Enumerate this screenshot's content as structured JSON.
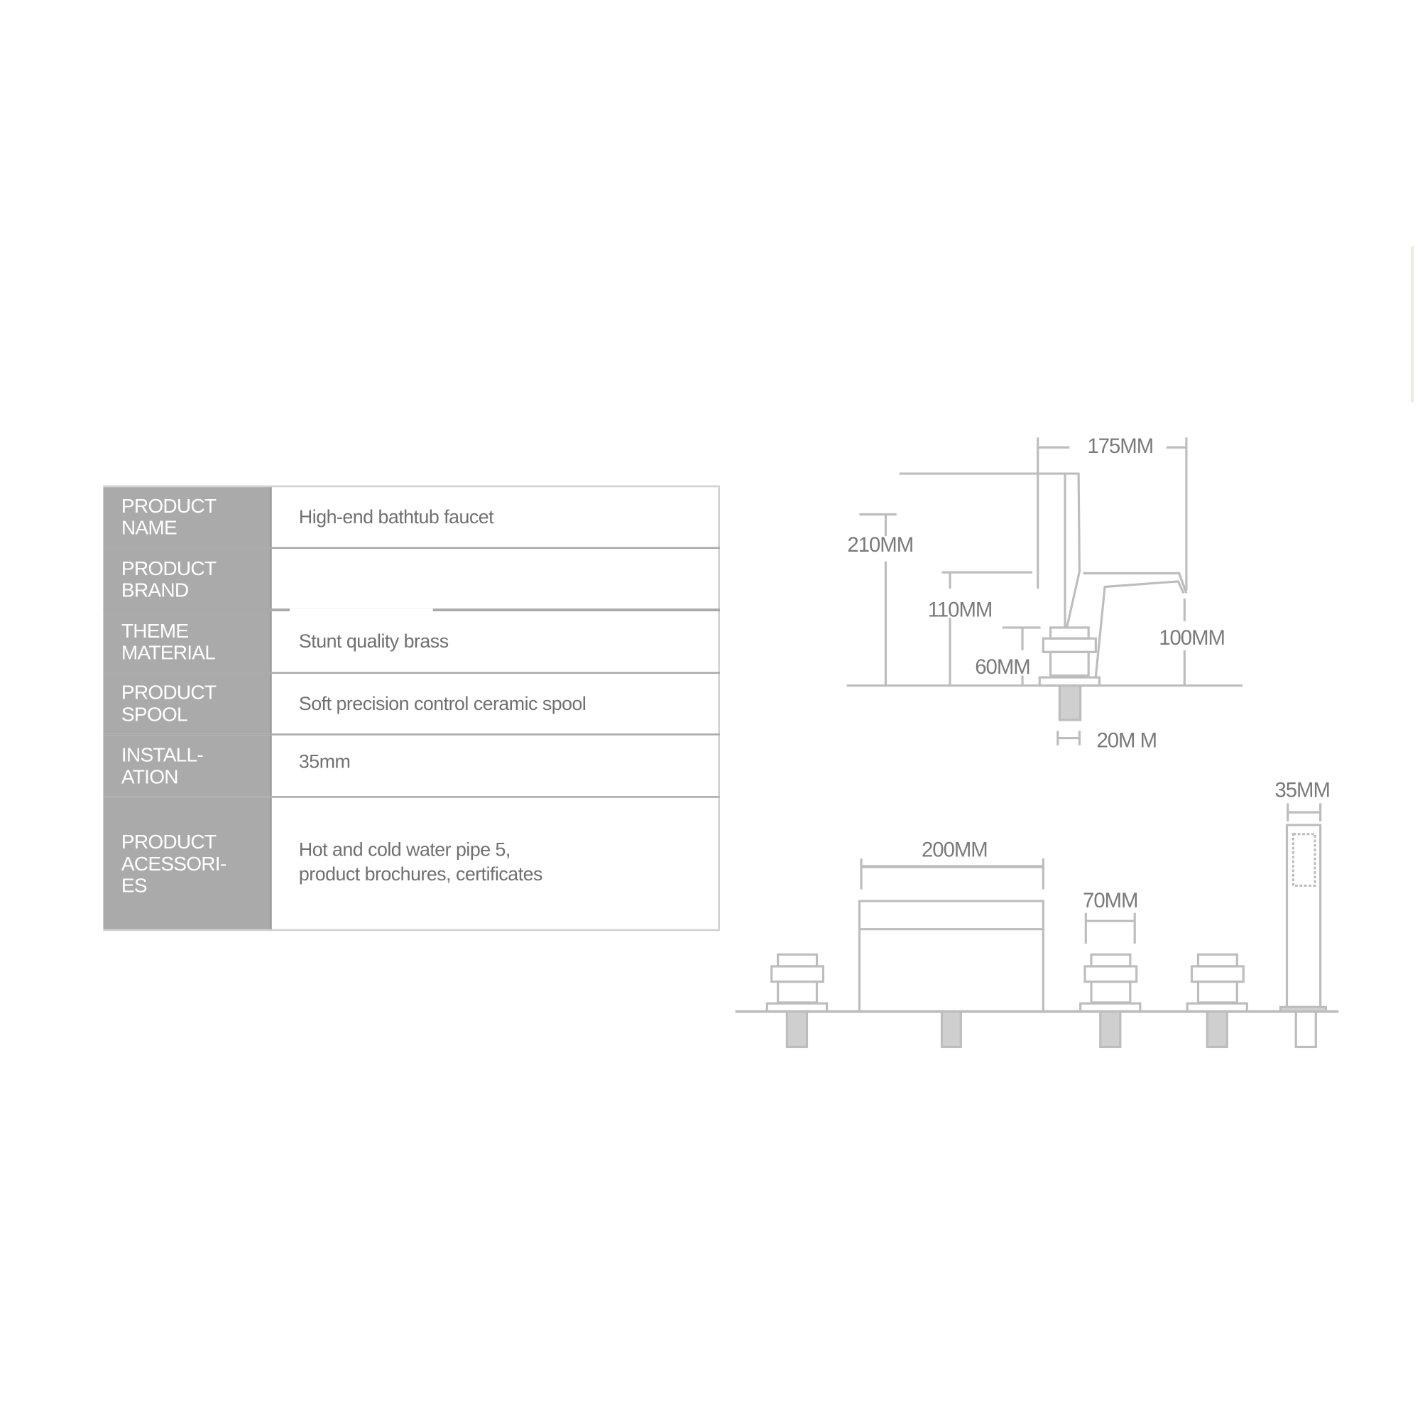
{
  "spec_table": {
    "rows": [
      {
        "label": "PRODUCT\nNAME",
        "value": "High-end bathtub faucet"
      },
      {
        "label": "PRODUCT\nBRAND",
        "value": ""
      },
      {
        "label": "THEME\nMATERIAL",
        "value": "Stunt quality brass"
      },
      {
        "label": "PRODUCT\nSPOOL",
        "value": "Soft precision control ceramic spool"
      },
      {
        "label": "INSTALL-\nATION",
        "value": "35mm"
      },
      {
        "label": "PRODUCT\nACESSORI-\nES",
        "value": "Hot and cold water pipe 5,\nproduct brochures, certificates"
      }
    ]
  },
  "side_view": {
    "dim_width_top": "175MM",
    "dim_height_total": "210MM",
    "dim_height_handle": "110MM",
    "dim_height_body": "60MM",
    "dim_height_spout": "100MM",
    "dim_pipe": "20M M"
  },
  "front_view": {
    "dim_spout_width": "200MM",
    "dim_handle_width": "70MM",
    "dim_shower_width": "35MM"
  }
}
